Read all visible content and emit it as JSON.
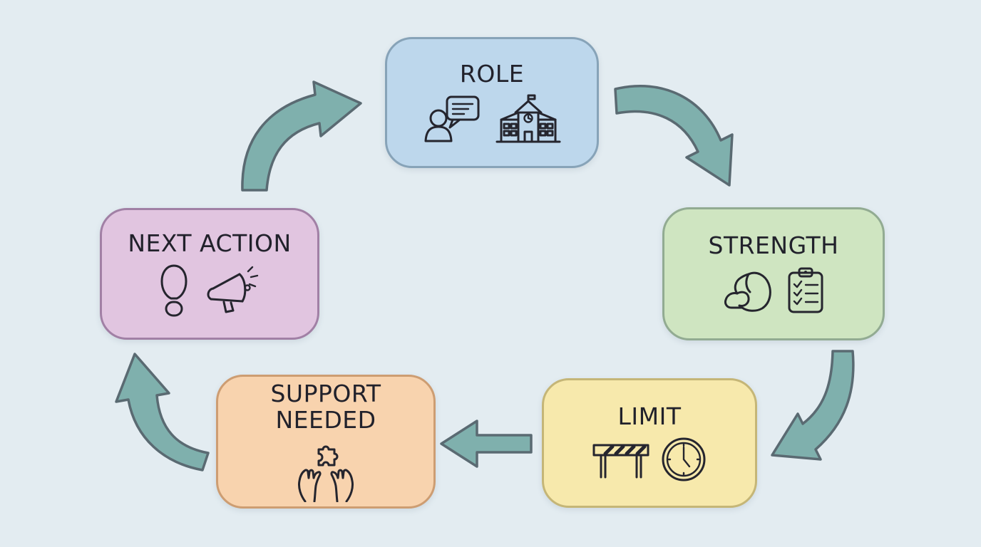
{
  "diagram": {
    "type": "cycle-flowchart",
    "background": "#e3ecf1",
    "text_color": "#21212b",
    "icon_stroke": "#25252e",
    "arrow_style": {
      "fill": "#7fb0ad",
      "stroke": "#5a6a72"
    },
    "nodes": [
      {
        "id": "role",
        "label": "ROLE",
        "fill": "#bdd7ec",
        "border": "#87a3b8",
        "icons": [
          "person-speech-icon",
          "school-icon"
        ]
      },
      {
        "id": "strength",
        "label": "STRENGTH",
        "fill": "#cfe5c1",
        "border": "#92ab92",
        "icons": [
          "bicep-icon",
          "checklist-icon"
        ]
      },
      {
        "id": "limit",
        "label": "LIMIT",
        "fill": "#f7e9ac",
        "border": "#c5b677",
        "icons": [
          "barrier-icon",
          "clock-icon"
        ]
      },
      {
        "id": "support-needed",
        "label": "SUPPORT NEEDED",
        "fill": "#f8d3ae",
        "border": "#cd9d72",
        "icons": [
          "hands-puzzle-icon"
        ]
      },
      {
        "id": "next-action",
        "label": "NEXT ACTION",
        "fill": "#e1c5e0",
        "border": "#a180a5",
        "icons": [
          "footprint-icon",
          "megaphone-icon"
        ]
      }
    ],
    "arrows": [
      {
        "from": "NEXT ACTION",
        "to": "ROLE"
      },
      {
        "from": "ROLE",
        "to": "STRENGTH"
      },
      {
        "from": "STRENGTH",
        "to": "LIMIT"
      },
      {
        "from": "LIMIT",
        "to": "SUPPORT NEEDED"
      },
      {
        "from": "SUPPORT NEEDED",
        "to": "NEXT ACTION"
      }
    ]
  }
}
